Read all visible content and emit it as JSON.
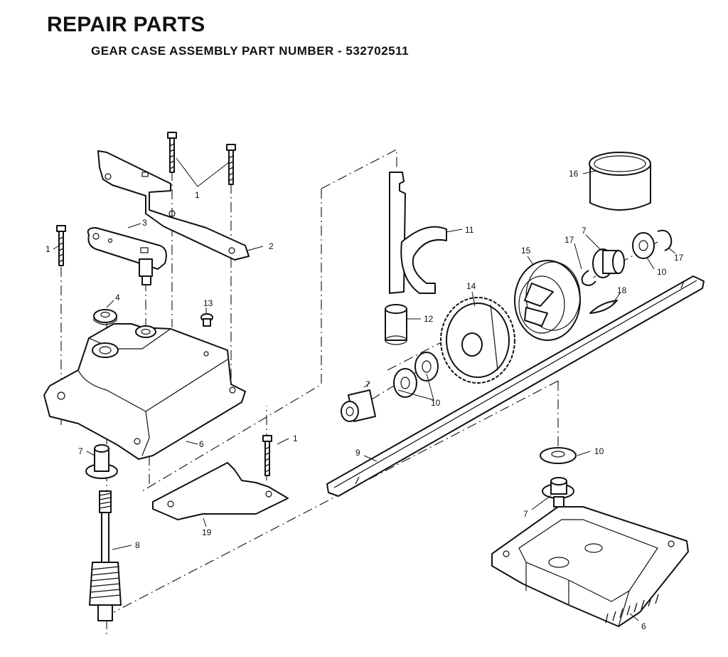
{
  "header": {
    "title": "REPAIR PARTS",
    "subtitle": "GEAR CASE ASSEMBLY PART NUMBER  - 532702511"
  },
  "callouts": {
    "c1a": "1",
    "c1b": "1",
    "c1c": "1",
    "c2": "2",
    "c3": "3",
    "c4": "4",
    "c6a": "6",
    "c6b": "6",
    "c7a": "7",
    "c7b": "7",
    "c7c": "7",
    "c7d": "7",
    "c8": "8",
    "c9": "9",
    "c10a": "10",
    "c10b": "10",
    "c10c": "10",
    "c11": "11",
    "c12": "12",
    "c13": "13",
    "c14": "14",
    "c15": "15",
    "c16": "16",
    "c17a": "17",
    "c17b": "17",
    "c18": "18",
    "c19": "19"
  }
}
